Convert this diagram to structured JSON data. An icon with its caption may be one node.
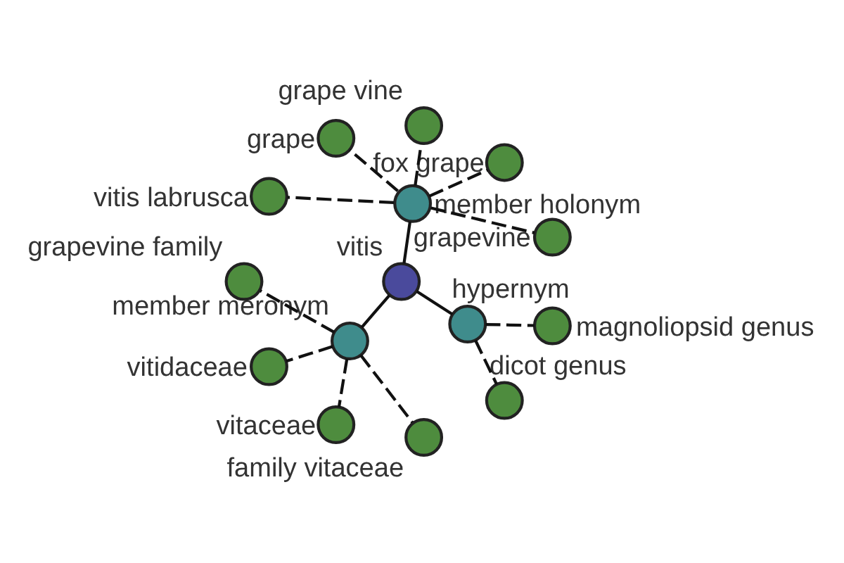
{
  "diagram": {
    "nodes": [
      {
        "text": [
          "vitis"
        ]
      },
      {
        "text": [
          "member holonym"
        ]
      },
      {
        "text": [
          "grapevine"
        ]
      },
      {
        "text": [
          "fox grape"
        ]
      },
      {
        "text": [
          "grape vine"
        ]
      },
      {
        "text": [
          "grape"
        ]
      },
      {
        "text": [
          "vitis labrusca"
        ]
      },
      {
        "text": [
          "member meronym"
        ]
      },
      {
        "text": [
          "grapevine family"
        ]
      },
      {
        "text": [
          "vitidaceae"
        ]
      },
      {
        "text": [
          "vitaceae"
        ]
      },
      {
        "text": [
          "family vitaceae"
        ]
      },
      {
        "text": [
          "hypernym"
        ]
      },
      {
        "text": [
          "dicot genus"
        ]
      },
      {
        "text": [
          "magnoliopsid genus"
        ]
      }
    ],
    "edges": [
      {
        "from": 0,
        "to": 1,
        "arrow": "none"
      },
      {
        "from": 1,
        "to": 2,
        "arrow": "none",
        "style": "dashed"
      },
      {
        "from": 1,
        "to": 3,
        "arrow": "none",
        "style": "dashed"
      },
      {
        "from": 1,
        "to": 4,
        "arrow": "none",
        "style": "dashed"
      },
      {
        "from": 1,
        "to": 5,
        "arrow": "none",
        "style": "dashed"
      },
      {
        "from": 1,
        "to": 6,
        "arrow": "none",
        "style": "dashed"
      },
      {
        "from": 0,
        "to": 7,
        "arrow": "none"
      },
      {
        "from": 7,
        "to": 8,
        "arrow": "none",
        "style": "dashed"
      },
      {
        "from": 7,
        "to": 9,
        "arrow": "none",
        "style": "dashed"
      },
      {
        "from": 7,
        "to": 10,
        "arrow": "none",
        "style": "dashed"
      },
      {
        "from": 7,
        "to": 11,
        "arrow": "none",
        "style": "dashed"
      },
      {
        "from": 0,
        "to": 12,
        "arrow": "none"
      },
      {
        "from": 12,
        "to": 13,
        "arrow": "none",
        "style": "dashed"
      },
      {
        "from": 12,
        "to": 14,
        "arrow": "none",
        "style": "dashed"
      }
    ]
  }
}
